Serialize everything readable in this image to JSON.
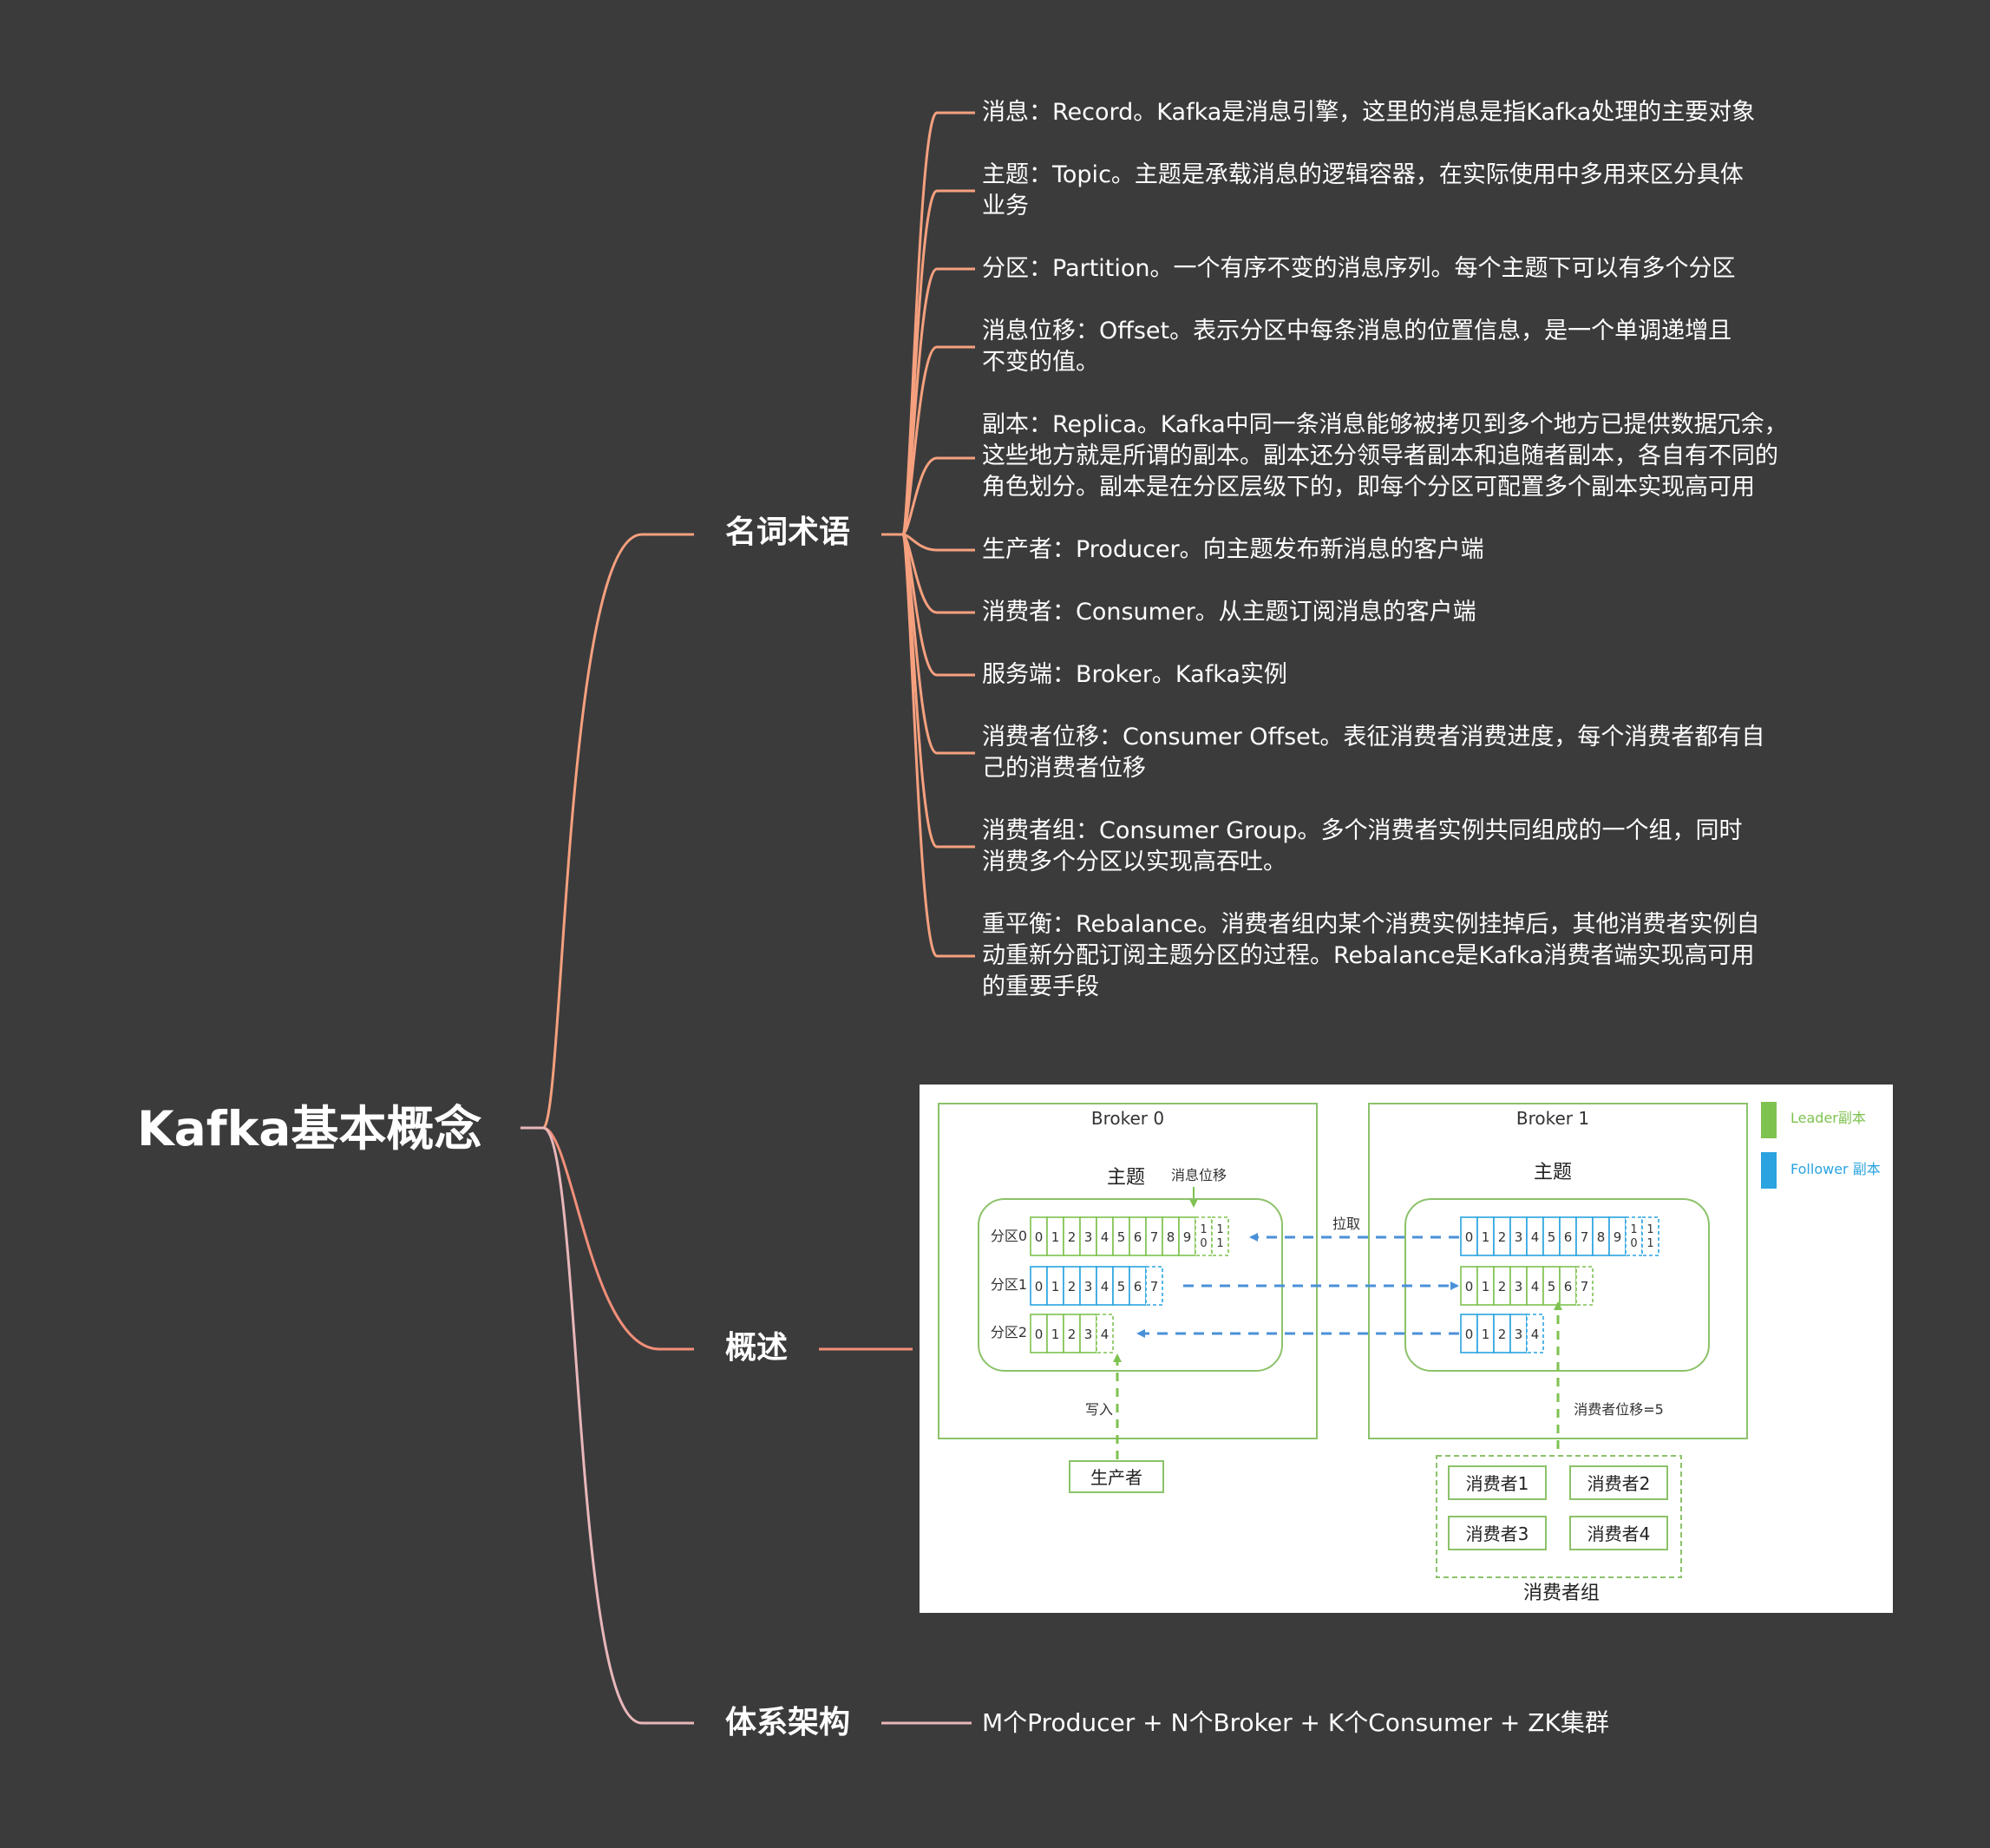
{
  "root": {
    "title": "Kafka基本概念"
  },
  "branches": {
    "terms": {
      "label": "名词术语",
      "items": [
        "消息：Record。Kafka是消息引擎，这里的消息是指Kafka处理的主要对象",
        "主题：Topic。主题是承载消息的逻辑容器，在实际使用中多用来区分具体\n业务",
        "分区：Partition。一个有序不变的消息序列。每个主题下可以有多个分区",
        "消息位移：Offset。表示分区中每条消息的位置信息，是一个单调递增且\n不变的值。",
        "副本：Replica。Kafka中同一条消息能够被拷贝到多个地方已提供数据冗余，\n这些地方就是所谓的副本。副本还分领导者副本和追随者副本，各自有不同的\n角色划分。副本是在分区层级下的，即每个分区可配置多个副本实现高可用",
        "生产者：Producer。向主题发布新消息的客户端",
        "消费者：Consumer。从主题订阅消息的客户端",
        "服务端：Broker。Kafka实例",
        "消费者位移：Consumer Offset。表征消费者消费进度，每个消费者都有自\n己的消费者位移",
        "消费者组：Consumer Group。多个消费者实例共同组成的一个组，同时\n消费多个分区以实现高吞吐。",
        "重平衡：Rebalance。消费者组内某个消费实例挂掉后，其他消费者实例自\n动重新分配订阅主题分区的过程。Rebalance是Kafka消费者端实现高可用\n的重要手段"
      ]
    },
    "overview": {
      "label": "概述"
    },
    "architecture": {
      "label": "体系架构",
      "text": "M个Producer + N个Broker + K个Consumer + ZK集群"
    }
  },
  "figure": {
    "broker0": "Broker 0",
    "broker1": "Broker 1",
    "topic": "主题",
    "offset_label": "消息位移",
    "partitions": [
      "分区0",
      "分区1",
      "分区2"
    ],
    "pull_label": "拉取",
    "write_label": "写入",
    "producer": "生产者",
    "consumer_offset_label": "消费者位移=5",
    "consumers": [
      "消费者1",
      "消费者2",
      "消费者3",
      "消费者4"
    ],
    "consumer_group": "消费者组",
    "legend": {
      "leader": "Leader副本",
      "follower": "Follower 副本"
    },
    "cells": {
      "p0": [
        "0",
        "1",
        "2",
        "3",
        "4",
        "5",
        "6",
        "7",
        "8",
        "9",
        "10",
        "11"
      ],
      "p1": [
        "0",
        "1",
        "2",
        "3",
        "4",
        "5",
        "6",
        "7"
      ],
      "p2": [
        "0",
        "1",
        "2",
        "3",
        "4"
      ]
    },
    "colors": {
      "leader": "#7ec24f",
      "follower": "#2aa3e0",
      "arrow": "#4a90d9",
      "frame": "#8cc26a"
    }
  },
  "colors": {
    "background": "#3b3b3c",
    "terms_branch": "#f6a07e",
    "overview_branch": "#f28f79",
    "architecture_branch": "#e9b7b9"
  }
}
